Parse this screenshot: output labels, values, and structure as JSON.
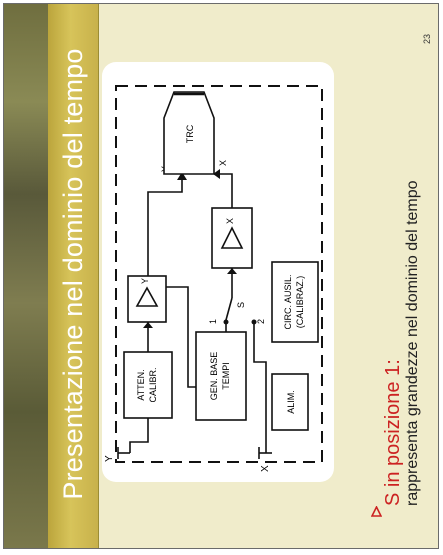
{
  "slide": {
    "title": "Presentazione nel dominio del tempo",
    "number": "23"
  },
  "diagram": {
    "input_y": "Y",
    "input_x": "X",
    "atten_label": [
      "ATTEN.",
      "CALIBR."
    ],
    "amp_y_label": "Y",
    "crt_label": "TRC",
    "crt_y": "Y",
    "crt_x": "X",
    "amp_x_label": "X",
    "switch_label": "S",
    "switch_pos_1": "1",
    "switch_pos_2": "2",
    "timebase_label": [
      "GEN. BASE",
      "TEMPI"
    ],
    "aux_label": [
      "CIRC. AUSIL.",
      "(CALIBRAZ.)"
    ],
    "power_label": "ALIM."
  },
  "caption": {
    "line1": "S in posizione 1:",
    "line2": "rappresenta grandezze nel dominio del tempo"
  },
  "colors": {
    "title_band": "#c9b24a",
    "background": "#f0eccb",
    "caption_accent": "#cc2222"
  }
}
